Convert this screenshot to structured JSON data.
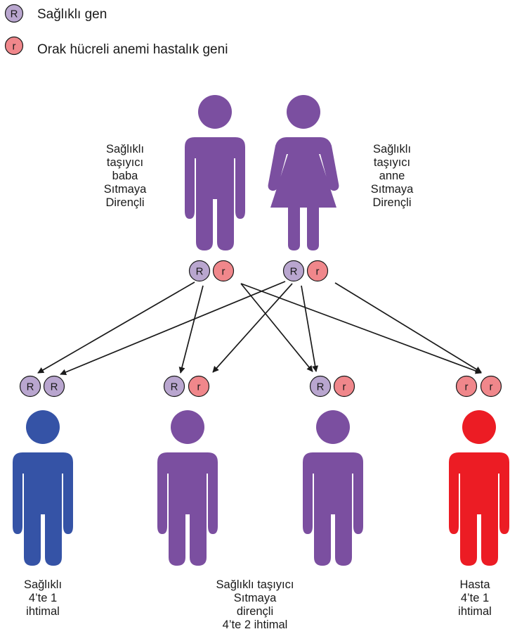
{
  "legend": {
    "dominant": {
      "symbol": "R",
      "label": "Sağlıklı gen"
    },
    "recessive": {
      "symbol": "r",
      "label": "Orak hücreli anemi hastalık geni"
    }
  },
  "colors": {
    "allele_R": "#b9a6cf",
    "allele_r": "#f0878b",
    "carrier": "#7b4fa0",
    "healthy": "#3553a6",
    "sick": "#ec1c24",
    "arrow": "#1a1a1a"
  },
  "parents": {
    "father": {
      "lines": [
        "Sağlıklı",
        "taşıyıcı",
        "baba",
        "Sıtmaya",
        "Dirençli"
      ],
      "alleles": [
        "R",
        "r"
      ],
      "icon": "male-person-icon"
    },
    "mother": {
      "lines": [
        "Sağlıklı",
        "taşıyıcı",
        "anne",
        "Sıtmaya",
        "Dirençli"
      ],
      "alleles": [
        "R",
        "r"
      ],
      "icon": "female-person-icon"
    }
  },
  "children": [
    {
      "alleles": [
        "R",
        "R"
      ],
      "icon": "male-person-icon",
      "status": "healthy"
    },
    {
      "alleles": [
        "R",
        "r"
      ],
      "icon": "male-person-icon",
      "status": "carrier"
    },
    {
      "alleles": [
        "R",
        "r"
      ],
      "icon": "male-person-icon",
      "status": "carrier"
    },
    {
      "alleles": [
        "r",
        "r"
      ],
      "icon": "male-person-icon",
      "status": "sick"
    }
  ],
  "outcomes": {
    "healthy": [
      "Sağlıklı",
      "4’te 1",
      "ihtimal"
    ],
    "carrier": [
      "Sağlıklı taşıyıcı",
      "Sıtmaya",
      "dirençli",
      "4’te 2 ihtimal"
    ],
    "sick": [
      "Hasta",
      "4’te 1",
      "ihtimal"
    ]
  }
}
